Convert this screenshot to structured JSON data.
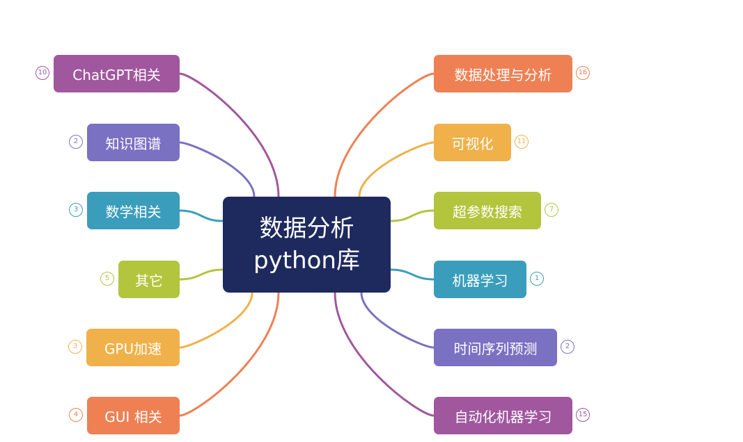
{
  "center": {
    "line1": "数据分析",
    "line2": "python库",
    "color": "#1e2a5e"
  },
  "left_nodes": [
    {
      "label": "ChatGPT相关",
      "count": "10",
      "color": "#a0579e"
    },
    {
      "label": "知识图谱",
      "count": "2",
      "color": "#7a71c2"
    },
    {
      "label": "数学相关",
      "count": "3",
      "color": "#3a9dbb"
    },
    {
      "label": "其它",
      "count": "5",
      "color": "#b3c43d"
    },
    {
      "label": "GPU加速",
      "count": "3",
      "color": "#f0b14a"
    },
    {
      "label": "GUI 相关",
      "count": "4",
      "color": "#ee8054"
    }
  ],
  "right_nodes": [
    {
      "label": "数据处理与分析",
      "count": "16",
      "color": "#ee8054"
    },
    {
      "label": "可视化",
      "count": "11",
      "color": "#f0b14a"
    },
    {
      "label": "超参数搜索",
      "count": "7",
      "color": "#b3c43d"
    },
    {
      "label": "机器学习",
      "count": "1",
      "color": "#3a9dbb"
    },
    {
      "label": "时间序列预测",
      "count": "2",
      "color": "#7a71c2"
    },
    {
      "label": "自动化机器学习",
      "count": "15",
      "color": "#a0579e"
    }
  ]
}
